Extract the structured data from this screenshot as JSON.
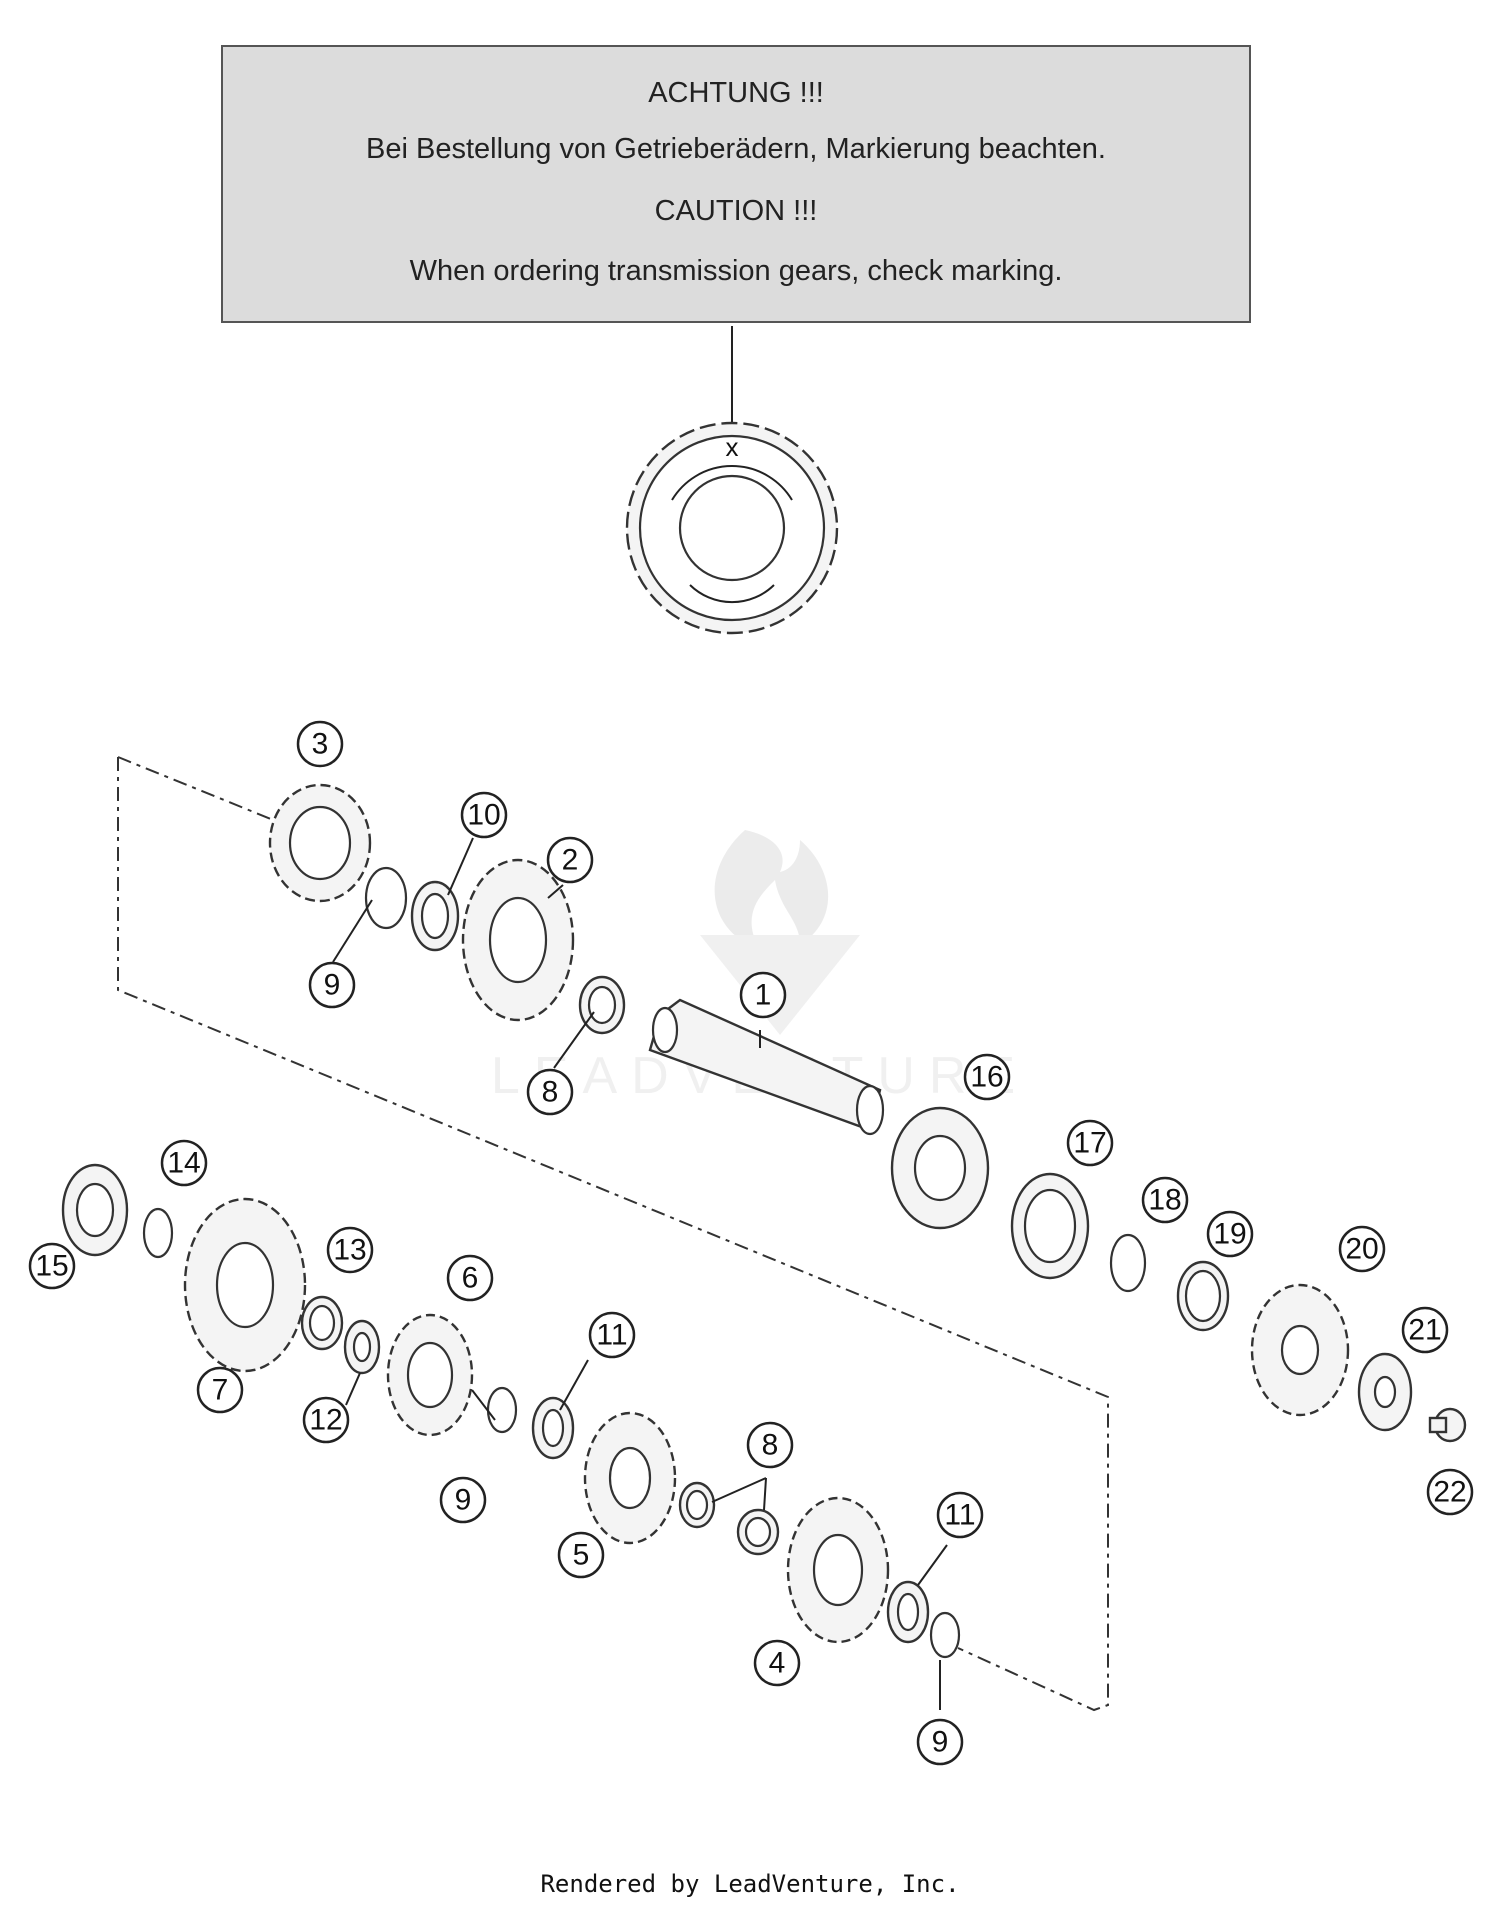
{
  "notice": {
    "german_title": "ACHTUNG !!!",
    "german_text": "Bei Bestellung von Getrieberädern, Markierung beachten.",
    "english_title": "CAUTION !!!",
    "english_text": "When ordering transmission gears, check marking."
  },
  "detail_gear": {
    "marking": "x"
  },
  "watermark": {
    "text": "LEADVENTURE"
  },
  "callouts": [
    "1",
    "2",
    "3",
    "4",
    "5",
    "6",
    "7",
    "8",
    "8",
    "9",
    "9",
    "9",
    "10",
    "11",
    "11",
    "12",
    "13",
    "14",
    "15",
    "16",
    "17",
    "18",
    "19",
    "20",
    "21",
    "22"
  ],
  "footer": "Rendered by LeadVenture, Inc.",
  "colors": {
    "notice_fill": "#dcdcdc",
    "line": "#333333",
    "background": "#ffffff"
  }
}
